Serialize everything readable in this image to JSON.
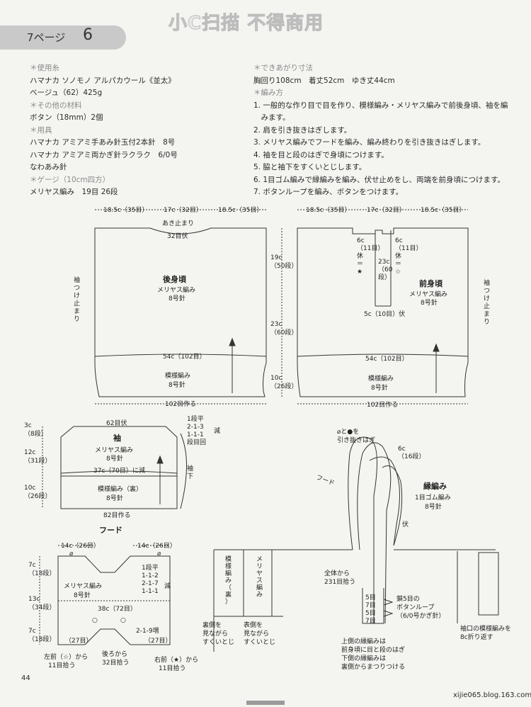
{
  "watermark": "小C扫描 不得商用",
  "page_tab": {
    "label": "7ページ",
    "number": "6"
  },
  "materials": [
    {
      "text": "＊使用糸",
      "gray": true
    },
    {
      "text": "ハマナカ ソノモノ アルパカウール《並太》",
      "gray": false
    },
    {
      "text": "ベージュ（62）425g",
      "gray": false
    },
    {
      "text": "＊その他の材料",
      "gray": true
    },
    {
      "text": "ボタン（18mm）2個",
      "gray": false
    },
    {
      "text": "＊用具",
      "gray": true
    },
    {
      "text": "ハマナカ アミアミ手あみ針玉付2本針　8号",
      "gray": false
    },
    {
      "text": "ハマナカ アミアミ両かぎ針ラクラク　6/0号",
      "gray": false
    },
    {
      "text": "なわあみ針",
      "gray": false
    },
    {
      "text": "＊ゲージ（10cm四方）",
      "gray": true
    },
    {
      "text": "メリヤス編み　19目 26段",
      "gray": false
    }
  ],
  "finished": {
    "title": "＊できあがり寸法",
    "size": "胸回り108cm　着丈52cm　ゆき丈44cm",
    "method_title": "＊編み方",
    "steps": [
      "1. 一般的な作り目で目を作り、模様編み・メリヤス編みで前後身頃、袖を編",
      "　みます。",
      "2. 肩を引き抜きはぎします。",
      "3. メリヤス編みでフードを編み、編み終わりを引き抜きはぎします。",
      "4. 袖を目と段のはぎで身頃につけます。",
      "5. 脇と袖下をすくいとじします。",
      "6. 1目ゴム編みで縁編みを編み、伏せ止めをし、両端を前身頃につけます。",
      "7. ボタンループを編み、ボタンをつけます。"
    ]
  },
  "diagram": {
    "back": {
      "top_dims": [
        "18.5c（35目）",
        "17c（32目）",
        "18.5c（35目）"
      ],
      "opening_stop": "あき止まり",
      "neck_bind": "32目伏",
      "title": "後身頃",
      "stitch": "メリヤス編み",
      "needle": "8号針",
      "sleeve_mark": [
        "袖",
        "つ",
        "け",
        "止",
        "ま",
        "り"
      ],
      "width_mid": "54c（102目）",
      "bottom_stitch": "模様編み",
      "bottom_needle": "8号針",
      "cast_on": "102目作る"
    },
    "side_dims": [
      "19c",
      "（50段）",
      "23c",
      "（60段）",
      "10c",
      "（26段）"
    ],
    "front": {
      "top_dims": [
        "18.5c（35目）",
        "17c（32目）",
        "18.5c（35目）"
      ],
      "left_shoulder": [
        "6c",
        "（11目）",
        "休",
        "＝",
        "★"
      ],
      "right_shoulder": [
        "6c",
        "（11目）",
        "休",
        "＝",
        "☆"
      ],
      "placket": [
        "23c",
        "（60",
        "段）"
      ],
      "title": "前身頃",
      "stitch": "メリヤス編み",
      "needle": "8号針",
      "placket_bind": "5c（10目）伏",
      "sleeve_mark": [
        "袖",
        "つ",
        "け",
        "止",
        "ま",
        "り"
      ],
      "width_mid": "54c（102目）",
      "bottom_stitch": "模様編み",
      "bottom_needle": "8号針",
      "cast_on": "102目作る"
    },
    "sleeve": {
      "top_bind": "62目伏",
      "title": "袖",
      "stitch": "メリヤス編み",
      "needle": "8号針",
      "decrease_note": "37c（70目）に減",
      "bottom_stitch": "模様編み（裏）",
      "bottom_needle": "8号針",
      "cast_on": "82目作る",
      "side_dims": [
        "3c",
        "（8段）",
        "12c",
        "（31段）",
        "10c",
        "（26段）"
      ],
      "shaping": [
        "1段平",
        "2-1-3",
        "1-1-1",
        "段目回"
      ],
      "shaping_tag": "減",
      "underarm": [
        "袖",
        "下"
      ]
    },
    "hood": {
      "label": "フード",
      "top_dims": [
        "14c（26目）",
        "14c（26目）"
      ],
      "stitch": "メリヤス編み",
      "needle": "8号針",
      "width": "38c（72目）",
      "side_dims": [
        "7c",
        "（18段）",
        "13c",
        "（34段）",
        "7c",
        "（18段）"
      ],
      "shaping_top": [
        "1段平",
        "1-1-2",
        "2-1-7",
        "1-1-1"
      ],
      "shaping_tag": "減",
      "shaping_bottom": "2-1-9増",
      "bottom_marks": [
        "（27目）",
        "（27目）"
      ],
      "pick_left": [
        "左前（☆）から",
        "11目拾う"
      ],
      "pick_mid": [
        "後ろから",
        "32目拾う"
      ],
      "pick_right": [
        "右前（★）から",
        "11目拾う"
      ],
      "mark_o": "○",
      "mark_diamond": "⌀"
    },
    "finishing": {
      "join_note": [
        "⌀と●を",
        "引き抜きはぎ"
      ],
      "hood_label": "フード",
      "edge_width": [
        "6c",
        "（16段）"
      ],
      "edge_title": "縁編み",
      "edge_stitch": "1目ゴム編み",
      "edge_needle": "8号針",
      "bind": "伏",
      "pickup": [
        "全体から",
        "231目拾う"
      ],
      "rows": [
        "5目",
        "7目",
        "5目",
        "7目"
      ],
      "loop_note": [
        "鎖5目の",
        "ボタンループ",
        "（6/0号かぎ針）"
      ],
      "seam_labels": [
        "模様編み（裏）",
        "メリヤス編み"
      ],
      "seam_notes": [
        [
          "裏側を",
          "見ながら",
          "すくいとじ"
        ],
        [
          "表側を",
          "見ながら",
          "すくいとじ"
        ]
      ],
      "edge_notes": [
        "上側の縁編みは",
        "前身頃に目と段のはぎ",
        "下側の縁編みは",
        "裏側からまつりつける"
      ],
      "cuff_note": [
        "袖口の模様編みを",
        "8c折り返す"
      ]
    }
  },
  "page_number": "44",
  "blog": "xijie065.blog.163.com"
}
